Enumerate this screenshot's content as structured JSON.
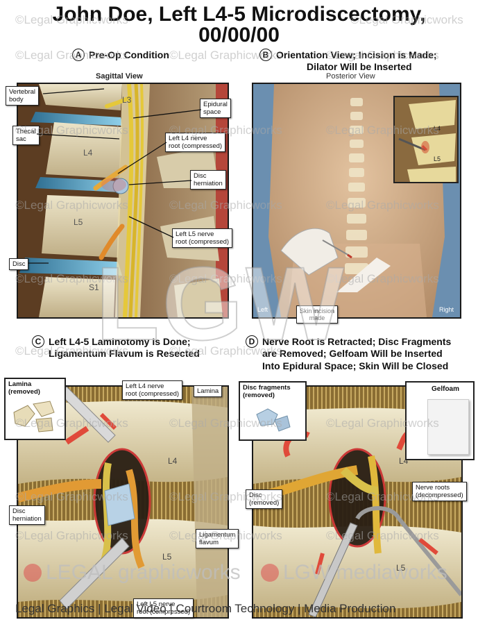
{
  "title": {
    "line1": "John Doe, Left L4-5 Microdiscectomy,",
    "line2": "00/00/00"
  },
  "watermark": "©Legal Graphicworks",
  "panels": {
    "a": {
      "letter": "A",
      "heading": "Pre-Op Condition",
      "subheading": "Sagittal View",
      "labels": {
        "vertebral_body": "Vertebral\nbody",
        "epidural_space": "Epidural\nspace",
        "thecal_sac": "Thecal\nsac",
        "l4_nerve": "Left L4 nerve\nroot (compressed)",
        "disc_herniation": "Disc\nherniation",
        "l5_nerve": "Left L5 nerve\nroot (compressed)",
        "disc": "Disc",
        "l3": "L3",
        "l4": "L4",
        "l5": "L5",
        "s1": "S1"
      }
    },
    "b": {
      "letter": "B",
      "heading_line1": "Orientation View; Incision is Made;",
      "heading_line2": "Dilator Will be Inserted",
      "subheading": "Posterior View",
      "labels": {
        "l4": "L4",
        "l5": "L5",
        "skin_incision": "Skin incision\nmade",
        "left": "Left",
        "right": "Right"
      }
    },
    "c": {
      "letter": "C",
      "heading_line1": "Left L4-5 Laminotomy is Done;",
      "heading_line2": "Ligamentum Flavum is Resected",
      "labels": {
        "lamina_removed": "Lamina\n(removed)",
        "l4_nerve": "Left L4 nerve\nroot (compressed)",
        "lamina": "Lamina",
        "disc_herniation": "Disc\nherniation",
        "ligamentum": "Ligamentum\nflavum",
        "l5_nerve": "Left L5 nerve\nroot (compressed)",
        "l4": "L4",
        "l5": "L5"
      }
    },
    "d": {
      "letter": "D",
      "heading_line1": "Nerve Root is Retracted; Disc Fragments",
      "heading_line2": "are Removed; Gelfoam Will be Inserted",
      "heading_line3": "Into Epidural Space; Skin Will be Closed",
      "labels": {
        "disc_fragments": "Disc fragments\n(removed)",
        "gelfoam": "Gelfoam",
        "disc_removed": "Disc\n(removed)",
        "nerve_roots": "Nerve roots\n(decompressed)",
        "l4": "L4",
        "l5": "L5"
      }
    }
  },
  "logos": {
    "big_mark": "LGW",
    "left_brand": "LEGAL graphicworks",
    "right_brand": "LGW mediaworks"
  },
  "footer": "Legal Graphics | Legal Video | Courtroom Technology | Media Production"
}
